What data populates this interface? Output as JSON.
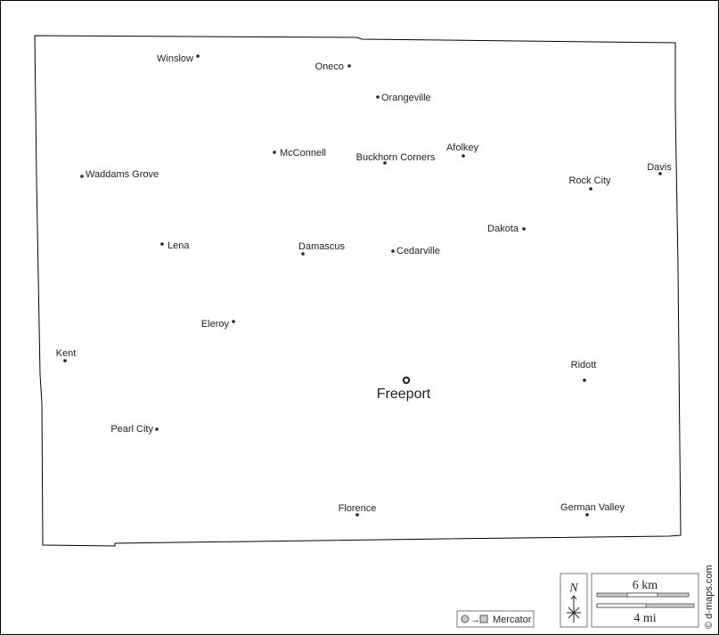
{
  "map": {
    "county_seat": "Freeport",
    "towns": [
      "Winslow",
      "Oneco",
      "Orangeville",
      "McConnell",
      "Buckhorn Corners",
      "Afolkey",
      "Davis",
      "Rock City",
      "Waddams Grove",
      "Dakota",
      "Lena",
      "Damascus",
      "Cedarville",
      "Eleroy",
      "Kent",
      "Ridott",
      "Pearl City",
      "Florence",
      "German Valley"
    ]
  },
  "legend": {
    "projection": "Mercator",
    "north": "N",
    "scale_km": "6 km",
    "scale_mi": "4 mi",
    "credit": "© d-maps.com"
  }
}
